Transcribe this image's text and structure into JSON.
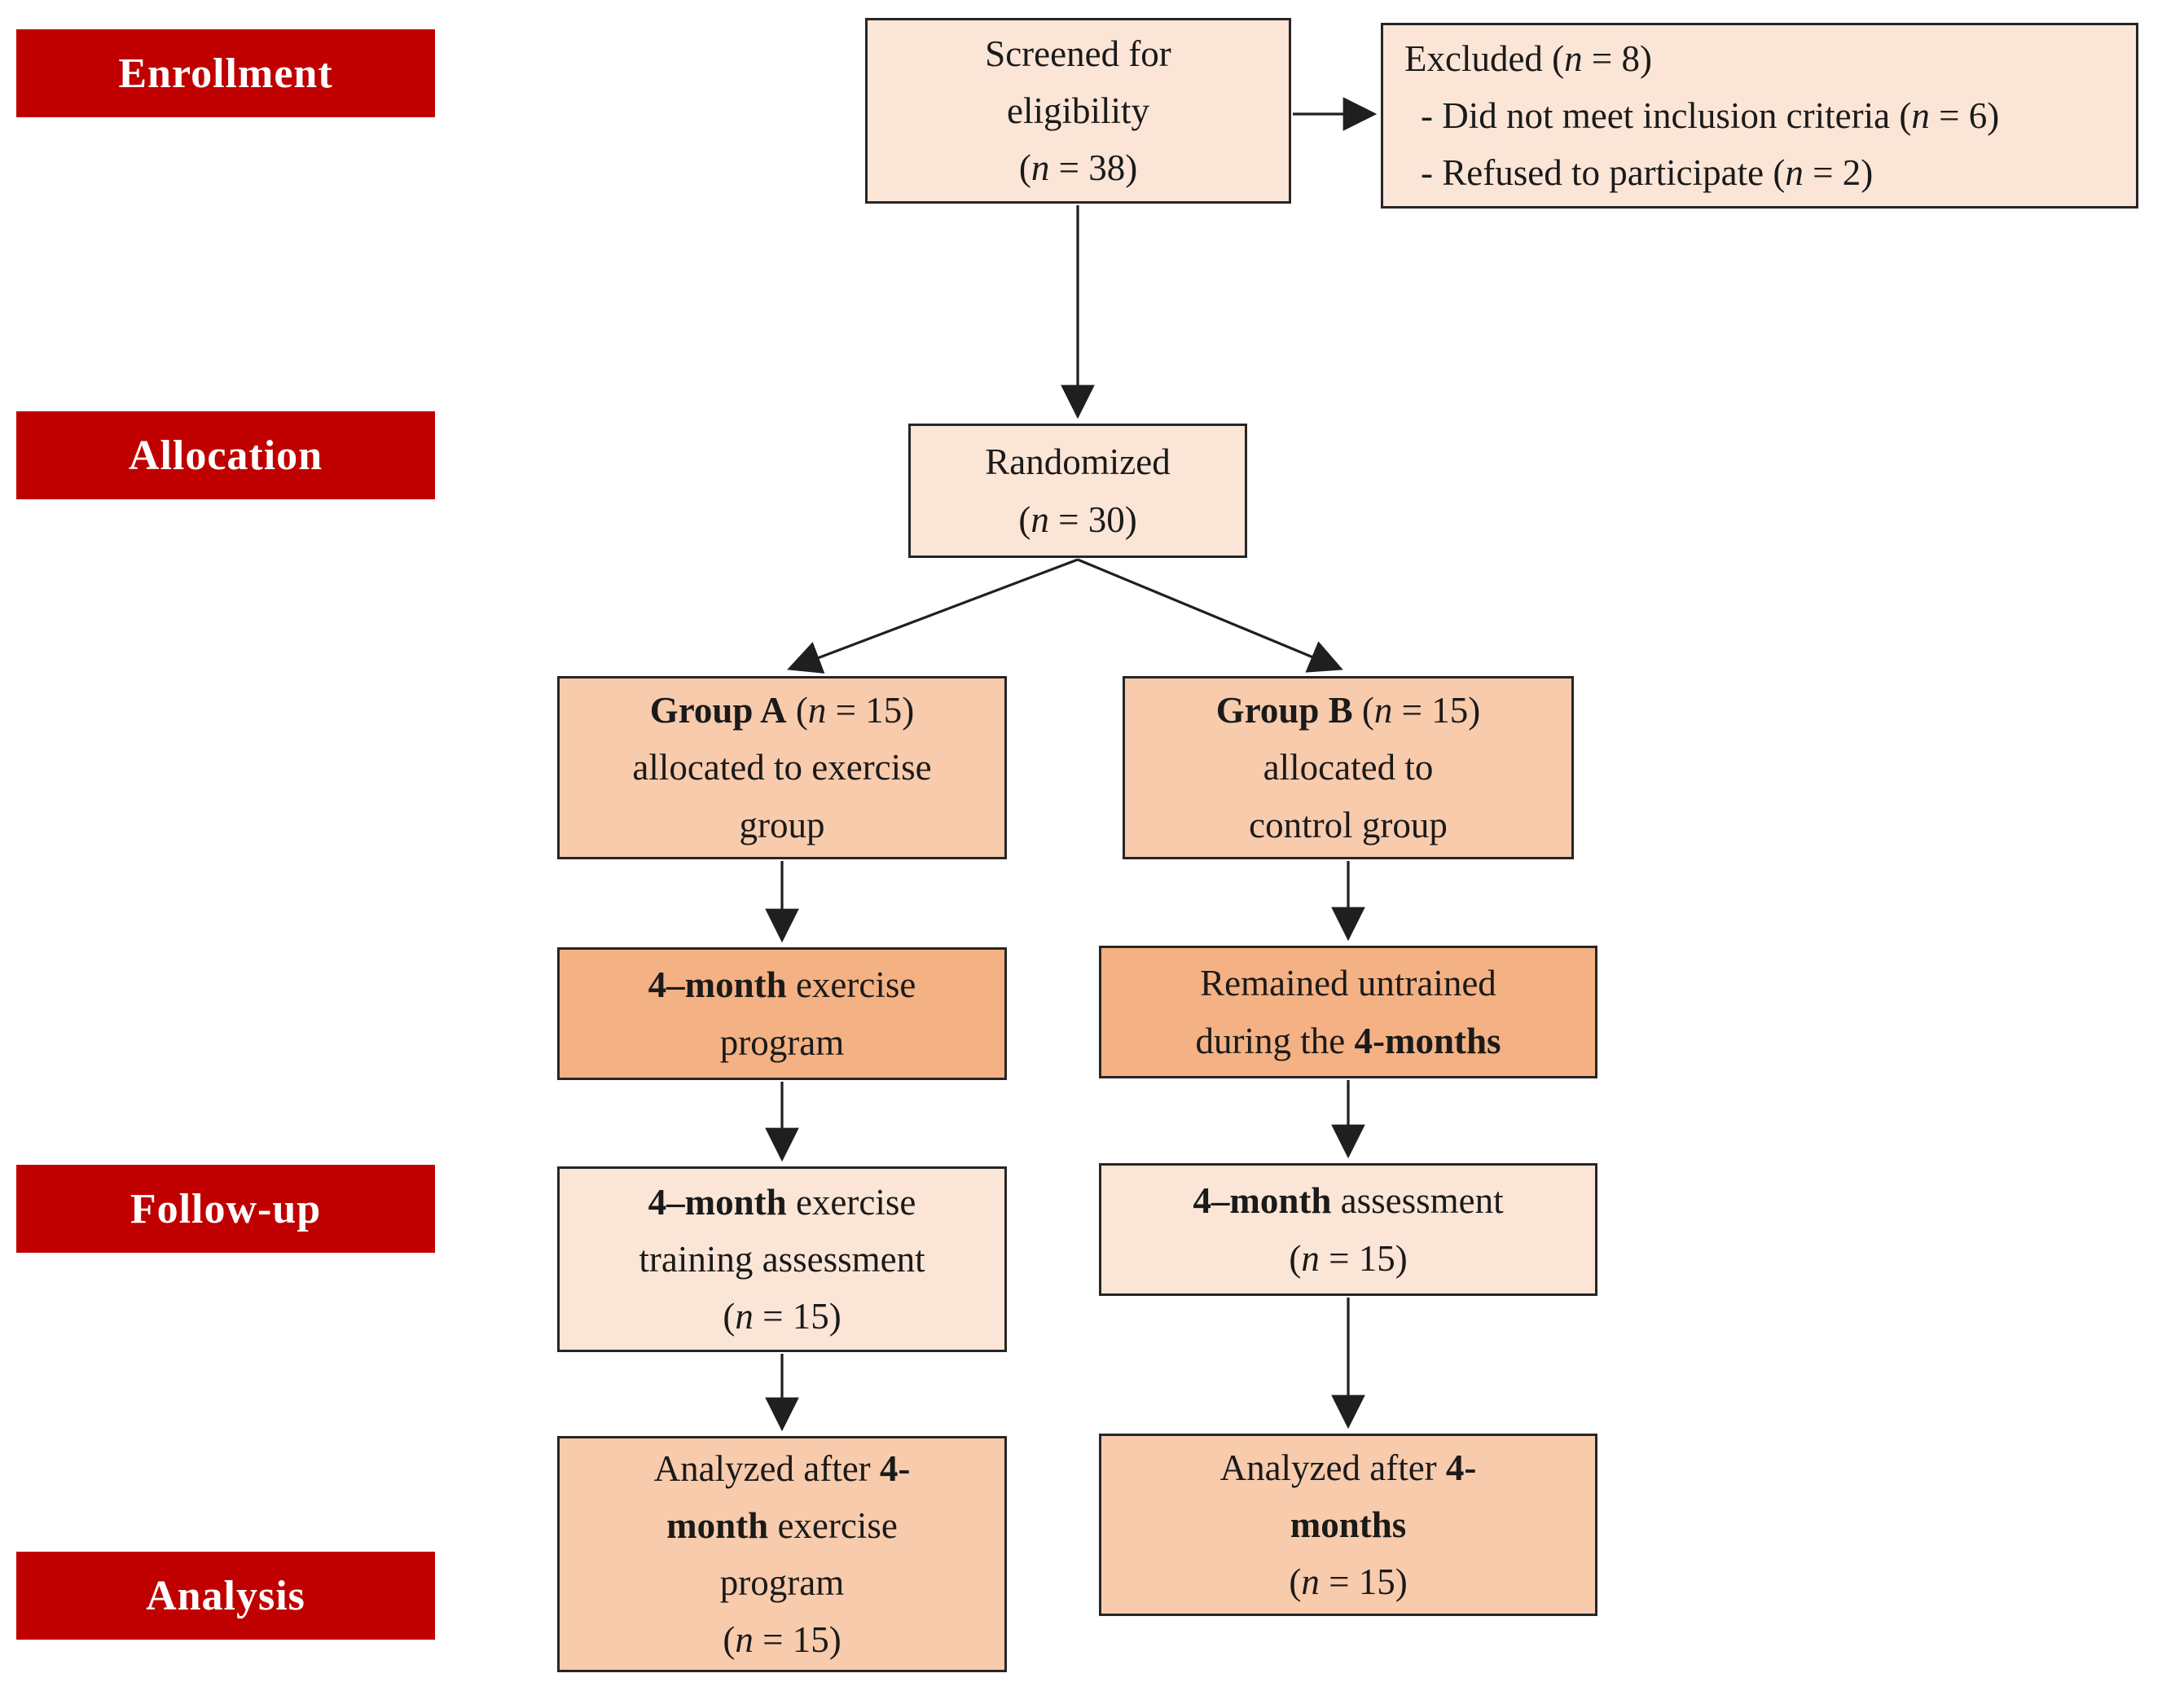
{
  "figure": {
    "type": "consort-flow-diagram",
    "title": "CONSORT flow diagram of study participants"
  },
  "colors": {
    "stage_bg": "#C00000",
    "stage_text": "#FFFFFF",
    "box_bg_light": "#FBE5D6",
    "box_bg_medium": "#F8CBAD",
    "box_bg_dark": "#F4B183",
    "box_border": "#262626",
    "arrow": "#1F1F1F"
  },
  "stages": [
    {
      "label": "Enrollment"
    },
    {
      "label": "Allocation"
    },
    {
      "label": "Follow-up"
    },
    {
      "label": "Analysis"
    }
  ],
  "nodes": {
    "screened": {
      "lines": [
        [
          {
            "t": "Screened for"
          }
        ],
        [
          {
            "t": "eligibility"
          }
        ],
        [
          {
            "t": "("
          },
          {
            "t": "n",
            "i": true
          },
          {
            "t": " = 38)"
          }
        ]
      ]
    },
    "excluded": {
      "lines": [
        [
          {
            "t": "Excluded ("
          },
          {
            "t": "n",
            "i": true
          },
          {
            "t": " = 8)"
          }
        ],
        [
          {
            "t": "-  Did not meet inclusion criteria ("
          },
          {
            "t": "n",
            "i": true
          },
          {
            "t": " = 6)"
          }
        ],
        [
          {
            "t": "-  Refused to participate ("
          },
          {
            "t": "n",
            "i": true
          },
          {
            "t": " = 2)"
          }
        ]
      ]
    },
    "randomized": {
      "lines": [
        [
          {
            "t": "Randomized"
          }
        ],
        [
          {
            "t": "("
          },
          {
            "t": "n",
            "i": true
          },
          {
            "t": " = 30)"
          }
        ]
      ]
    },
    "group_a": {
      "lines": [
        [
          {
            "t": "Group A",
            "b": true
          },
          {
            "t": " ("
          },
          {
            "t": "n",
            "i": true
          },
          {
            "t": " = 15)"
          }
        ],
        [
          {
            "t": "allocated to exercise"
          }
        ],
        [
          {
            "t": "group"
          }
        ]
      ]
    },
    "group_b": {
      "lines": [
        [
          {
            "t": "Group B",
            "b": true
          },
          {
            "t": " ("
          },
          {
            "t": "n",
            "i": true
          },
          {
            "t": " = 15)"
          }
        ],
        [
          {
            "t": "allocated to"
          }
        ],
        [
          {
            "t": "control group"
          }
        ]
      ]
    },
    "program_a": {
      "lines": [
        [
          {
            "t": "4–month",
            "b": true
          },
          {
            "t": " exercise"
          }
        ],
        [
          {
            "t": "program"
          }
        ]
      ]
    },
    "untrained_b": {
      "lines": [
        [
          {
            "t": "Remained untrained"
          }
        ],
        [
          {
            "t": "during the "
          },
          {
            "t": "4-months",
            "b": true
          }
        ]
      ]
    },
    "followup_a": {
      "lines": [
        [
          {
            "t": "4–month",
            "b": true
          },
          {
            "t": " exercise"
          }
        ],
        [
          {
            "t": "training assessment"
          }
        ],
        [
          {
            "t": "("
          },
          {
            "t": "n",
            "i": true
          },
          {
            "t": " = 15)"
          }
        ]
      ]
    },
    "followup_b": {
      "lines": [
        [
          {
            "t": "4–month",
            "b": true
          },
          {
            "t": " assessment"
          }
        ],
        [
          {
            "t": "("
          },
          {
            "t": "n",
            "i": true
          },
          {
            "t": " = 15)"
          }
        ]
      ]
    },
    "analyzed_a": {
      "lines": [
        [
          {
            "t": "Analyzed after "
          },
          {
            "t": "4-",
            "b": true
          }
        ],
        [
          {
            "t": "month",
            "b": true
          },
          {
            "t": " exercise"
          }
        ],
        [
          {
            "t": "program"
          }
        ],
        [
          {
            "t": "("
          },
          {
            "t": "n",
            "i": true
          },
          {
            "t": " = 15)"
          }
        ]
      ]
    },
    "analyzed_b": {
      "lines": [
        [
          {
            "t": "Analyzed after "
          },
          {
            "t": "4-",
            "b": true
          }
        ],
        [
          {
            "t": "months",
            "b": true
          }
        ],
        [
          {
            "t": "("
          },
          {
            "t": "n",
            "i": true
          },
          {
            "t": " = 15)"
          }
        ]
      ]
    }
  }
}
